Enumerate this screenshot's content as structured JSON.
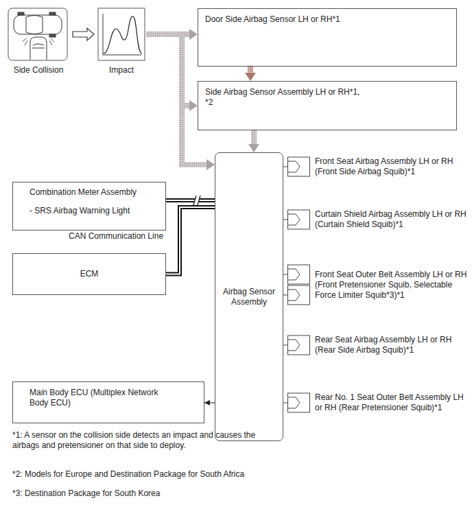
{
  "diagram": {
    "nodes": [
      {
        "text": [
          "Side Collision"
        ]
      },
      {
        "text": [
          "Impact"
        ]
      },
      {
        "text": [
          "Door Side Airbag Sensor LH or RH*1"
        ]
      },
      {
        "text": [
          "Side Airbag Sensor Assembly LH or RH*1, *2"
        ]
      },
      {
        "text": [
          "Combination Meter Assembly",
          "- SRS Airbag Warning Light"
        ]
      },
      {
        "text": [
          "ECM"
        ]
      },
      {
        "text": [
          "Airbag Sensor Assembly"
        ]
      },
      {
        "text": [
          "Main Body ECU (Multiplex Network Body ECU)"
        ]
      },
      {
        "text": [
          "Front Seat Airbag Assembly LH or RH (Front Side Airbag Squib)*1"
        ]
      },
      {
        "text": [
          "Curtain Shield Airbag Assembly LH or RH (Curtain Shield Squib)*1"
        ]
      },
      {
        "text": [
          "Front Seat Outer Belt Assembly LH or RH (Front Pretensioner Squib, Selectable Force Limiter Squib*3)*1"
        ]
      },
      {
        "text": [
          "Rear Seat Airbag Assembly LH or RH (Rear Side Airbag Squib)*1"
        ]
      },
      {
        "text": [
          "Rear No. 1 Seat Outer Belt Assembly LH or RH (Rear Pretensioner Squib)*1"
        ]
      }
    ],
    "edges": [
      {
        "from": 0,
        "to": 1,
        "arrow": "to"
      },
      {
        "from": 1,
        "to": 2,
        "arrow": "to"
      },
      {
        "from": 1,
        "to": 3,
        "arrow": "to"
      },
      {
        "from": 1,
        "to": 6,
        "arrow": "to"
      },
      {
        "from": 2,
        "to": 3,
        "arrow": "to"
      },
      {
        "from": 3,
        "to": 6,
        "arrow": "to"
      },
      {
        "from": 4,
        "to": 6,
        "arrow": "none"
      },
      {
        "from": 5,
        "to": 6,
        "arrow": "none"
      },
      {
        "from": 6,
        "to": 7,
        "arrow": "to"
      },
      {
        "from": 6,
        "to": 8,
        "arrow": "none"
      },
      {
        "from": 6,
        "to": 9,
        "arrow": "none"
      },
      {
        "from": 6,
        "to": 10,
        "arrow": "none"
      },
      {
        "from": 6,
        "to": 11,
        "arrow": "none"
      },
      {
        "from": 6,
        "to": 12,
        "arrow": "none"
      }
    ],
    "labels": [
      "CAN Communication Line",
      "*1: A sensor on the collision side detects an impact and causes the airbags and pretensioner on that side to deploy.",
      "*2: Models for Europe and Destination Package for South Africa",
      "*3: Destination Package for South Korea"
    ]
  }
}
